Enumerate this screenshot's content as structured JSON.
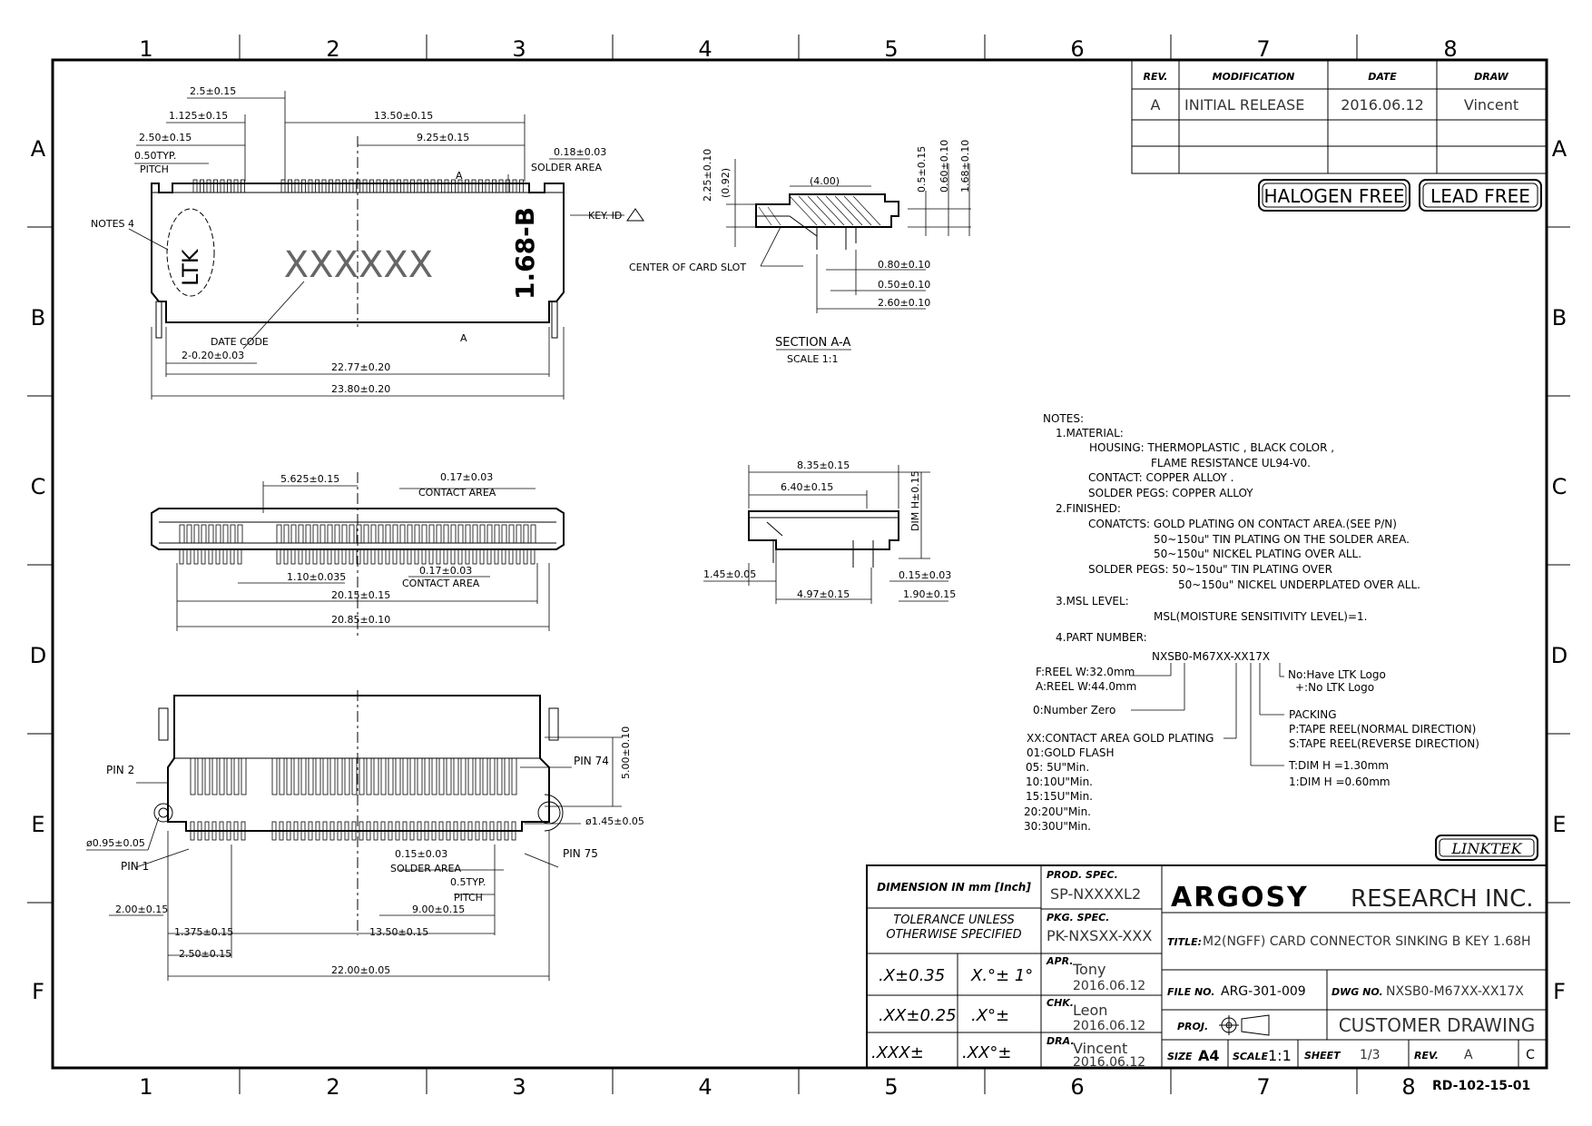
{
  "border": {
    "columns": [
      "1",
      "2",
      "3",
      "4",
      "5",
      "6",
      "7",
      "8"
    ],
    "rows": [
      "A",
      "B",
      "C",
      "D",
      "E",
      "F"
    ]
  },
  "revision_table": {
    "headers": [
      "REV.",
      "MODIFICATION",
      "DATE",
      "DRAW"
    ],
    "rows": [
      {
        "rev": "A",
        "modification": "INITIAL RELEASE",
        "date": "2016.06.12",
        "draw": "Vincent"
      }
    ]
  },
  "badges": [
    "HALOGEN FREE",
    "LEAD FREE"
  ],
  "logo_linktek": "LINKTEK",
  "view_top": {
    "dims": [
      "2.5±0.15",
      "1.125±0.15",
      "13.50±0.15",
      "2.50±0.15",
      "9.25±0.15",
      "0.18±0.03",
      "0.50TYP.",
      "PITCH",
      "SOLDER AREA",
      "NOTES 4",
      "KEY. ID",
      "DATE CODE",
      "2-0.20±0.03",
      "22.77±0.20",
      "23.80±0.20"
    ],
    "logo_text": "LTK",
    "code_text": "XXXXXX",
    "key_text": "1.68-B",
    "section_marker": "A"
  },
  "section_view": {
    "dims": [
      "2.25±0.10",
      "(0.92)",
      "(4.00)",
      "0.5±0.15",
      "0.60±0.10",
      "1.68±0.10",
      "0.80±0.10",
      "0.50±0.10",
      "2.60±0.10"
    ],
    "label_center": "CENTER OF CARD SLOT",
    "title": "SECTION A-A",
    "scale": "SCALE 1:1"
  },
  "side_view": {
    "dims": [
      "8.35±0.15",
      "6.40±0.15",
      "DIM H±0.15",
      "1.45±0.05",
      "0.15±0.03",
      "4.97±0.15",
      "1.90±0.15"
    ]
  },
  "front_view": {
    "dims": [
      "5.625±0.15",
      "0.17±0.03",
      "CONTACT AREA",
      "1.10±0.035",
      "0.17±0.03",
      "CONTACT AREA",
      "20.15±0.15",
      "20.85±0.10"
    ]
  },
  "bottom_view": {
    "labels": [
      "PIN 2",
      "PIN 74",
      "PIN 1",
      "PIN 75"
    ],
    "dims": [
      "5.00±0.10",
      "ø1.45±0.05",
      "ø0.95±0.05",
      "0.15±0.03",
      "SOLDER AREA",
      "0.5TYP.",
      "PITCH",
      "9.00±0.15",
      "2.00±0.15",
      "1.375±0.15",
      "13.50±0.15",
      "2.50±0.15",
      "22.00±0.05"
    ]
  },
  "notes": {
    "lines": [
      "NOTES:",
      "1.MATERIAL:",
      "HOUSING: THERMOPLASTIC , BLACK COLOR ,",
      "FLAME RESISTANCE UL94-V0.",
      "CONTACT: COPPER ALLOY .",
      "SOLDER PEGS: COPPER ALLOY",
      "2.FINISHED:",
      "CONATCTS: GOLD PLATING ON CONTACT AREA.(SEE P/N)",
      "50~150u\" TIN PLATING ON THE SOLDER AREA.",
      "50~150u\" NICKEL PLATING OVER ALL.",
      "SOLDER PEGS: 50~150u\" TIN PLATING OVER",
      "50~150u\" NICKEL UNDERPLATED OVER ALL.",
      "3.MSL LEVEL:",
      "MSL(MOISTURE SENSITIVITY LEVEL)=1.",
      "4.PART NUMBER:"
    ],
    "part_number": "NXSB0-M67XX-XX17X",
    "pn_left": [
      "F:REEL W:32.0mm",
      "A:REEL W:44.0mm",
      "0:Number Zero",
      "XX:CONTACT AREA GOLD PLATING",
      "01:GOLD FLASH",
      "05: 5U\"Min.",
      "10:10U\"Min.",
      "15:15U\"Min.",
      "20:20U\"Min.",
      "30:30U\"Min."
    ],
    "pn_right": [
      "No:Have LTK Logo",
      "+:No LTK Logo",
      "PACKING",
      "P:TAPE REEL(NORMAL DIRECTION)",
      "S:TAPE REEL(REVERSE DIRECTION)",
      "T:DIM H =1.30mm",
      "1:DIM H =0.60mm"
    ]
  },
  "title_block": {
    "dimension": "DIMENSION IN mm [Inch]",
    "tolerance": "TOLERANCE UNLESS OTHERWISE SPECIFIED",
    "tol_x": ".X±0.35",
    "tol_xx": ".XX±0.25",
    "tol_xxx": ".XXX±",
    "tol_ang1": "X.°± 1°",
    "tol_ang2": ".X°±",
    "tol_ang3": ".XX°±",
    "prod_spec_label": "PROD. SPEC.",
    "prod_spec": "SP-NXXXXL2",
    "pkg_spec_label": "PKG. SPEC.",
    "pkg_spec": "PK-NXSXX-XXX",
    "apr_label": "APR.",
    "apr_name": "Tony",
    "apr_date": "2016.06.12",
    "chk_label": "CHK.",
    "chk_name": "Leon",
    "chk_date": "2016.06.12",
    "dra_label": "DRA.",
    "dra_name": "Vincent",
    "dra_date": "2016.06.12",
    "company_logo": "ARGOSY",
    "company_rest": "RESEARCH INC.",
    "title_label": "TITLE:",
    "title": "M2(NGFF) CARD CONNECTOR SINKING B KEY 1.68H",
    "file_label": "FILE NO.",
    "file_no": "ARG-301-009",
    "dwg_label": "DWG NO.",
    "dwg_no": "NXSB0-M67XX-XX17X",
    "proj_label": "PROJ.",
    "customer": "CUSTOMER DRAWING",
    "size_label": "SIZE",
    "size": "A4",
    "scale_label": "SCALE",
    "scale": "1:1",
    "sheet_label": "SHEET",
    "sheet": "1/3",
    "rev_label": "REV.",
    "rev": "A",
    "rev_c": "C",
    "form_no": "RD-102-15-01"
  }
}
